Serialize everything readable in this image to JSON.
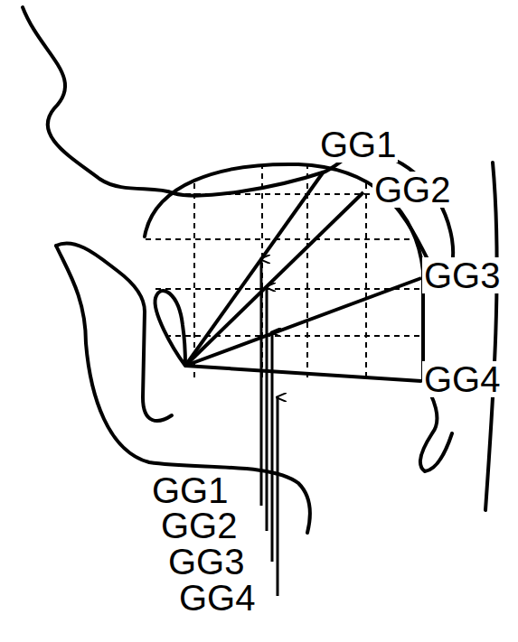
{
  "diagram": {
    "labels": [
      "GG1",
      "GG2",
      "GG3",
      "GG4",
      "GG1",
      "GG2",
      "GG3",
      "GG4"
    ]
  }
}
